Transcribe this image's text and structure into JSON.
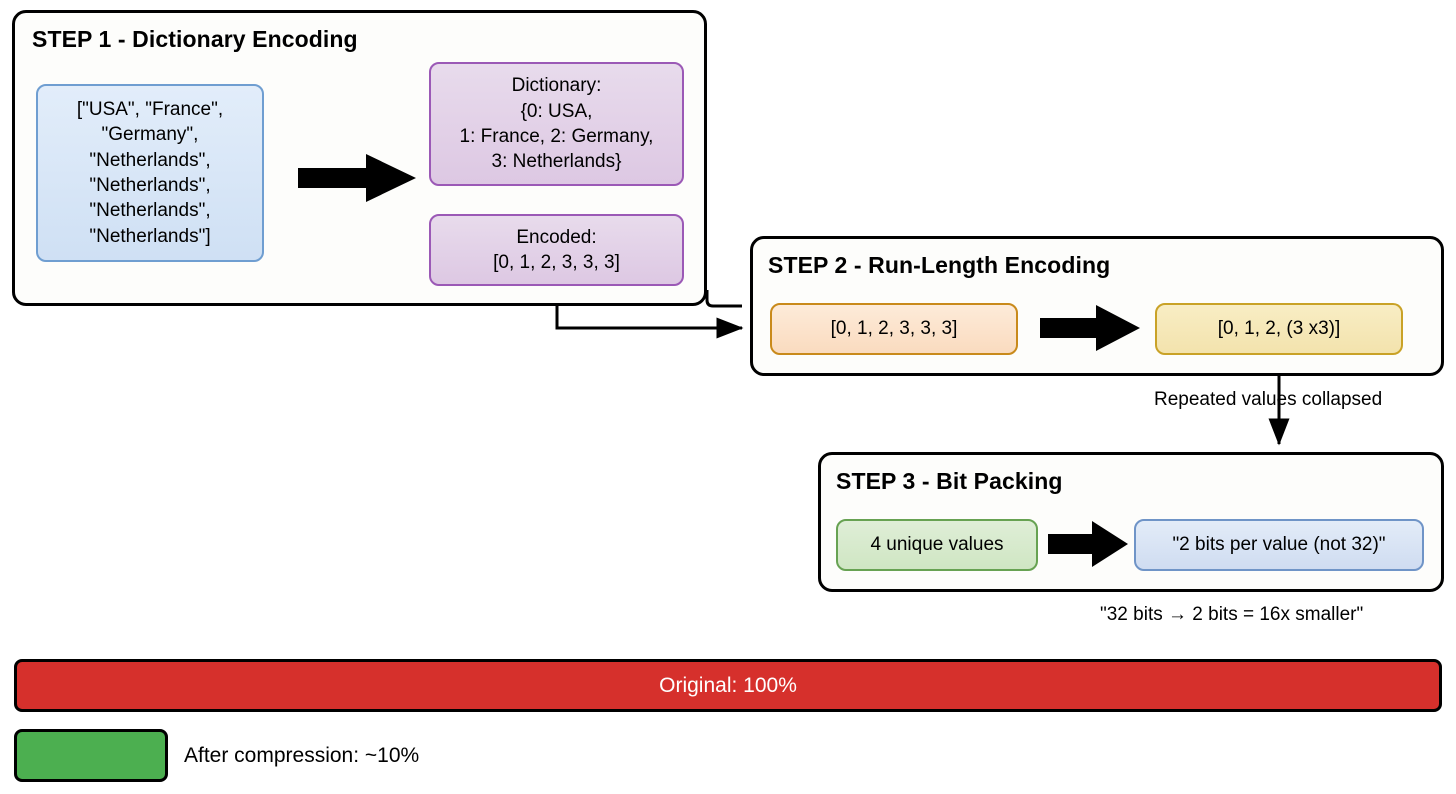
{
  "diagram": {
    "title_hidden": "",
    "steps": [
      {
        "id": "step1",
        "title": "STEP 1 - Dictionary Encoding",
        "nodes": {
          "input": "[\"USA\", \"France\",\n\"Germany\",\n\"Netherlands\",\n\"Netherlands\",\n\"Netherlands\",\n\"Netherlands\"]",
          "dictionary": "Dictionary:\n{0: USA,\n1: France, 2: Germany,\n3: Netherlands}",
          "encoded": "Encoded:\n[0, 1, 2, 3, 3, 3]"
        }
      },
      {
        "id": "step2",
        "title": "STEP 2 - Run-Length Encoding",
        "nodes": {
          "rle_in": "[0, 1, 2, 3, 3, 3]",
          "rle_out": "[0, 1, 2, (3 x3)]"
        }
      },
      {
        "id": "step3",
        "title": "STEP 3 - Bit Packing",
        "nodes": {
          "unique": "4 unique values",
          "bits": "\"2 bits per value (not 32)\""
        }
      }
    ],
    "captions": {
      "repeated": "Repeated values collapsed",
      "smaller": "\"32 bits → 2 bits = 16x smaller\""
    },
    "bars": {
      "original": {
        "label": "Original: 100%",
        "color": "#d6302c",
        "percent": 100
      },
      "compressed": {
        "label": "After compression: ~10%",
        "color": "#4caf50",
        "percent": 10
      }
    },
    "colors": {
      "blue_fill": "#cfe0f4",
      "blue_border": "#6f9ed1",
      "purple_fill": "#ddc8e3",
      "purple_border": "#9b59b6",
      "orange_fill": "#fadbbf",
      "orange_border": "#c98a1b",
      "yellow_fill": "#f3e3ad",
      "yellow_border": "#c9a227",
      "green_fill": "#cfe6c3",
      "green_border": "#67a252",
      "lightblue_fill": "#cfdcf1",
      "lightblue_border": "#6f94c7",
      "outline": "#000000",
      "background": "#ffffff"
    }
  }
}
